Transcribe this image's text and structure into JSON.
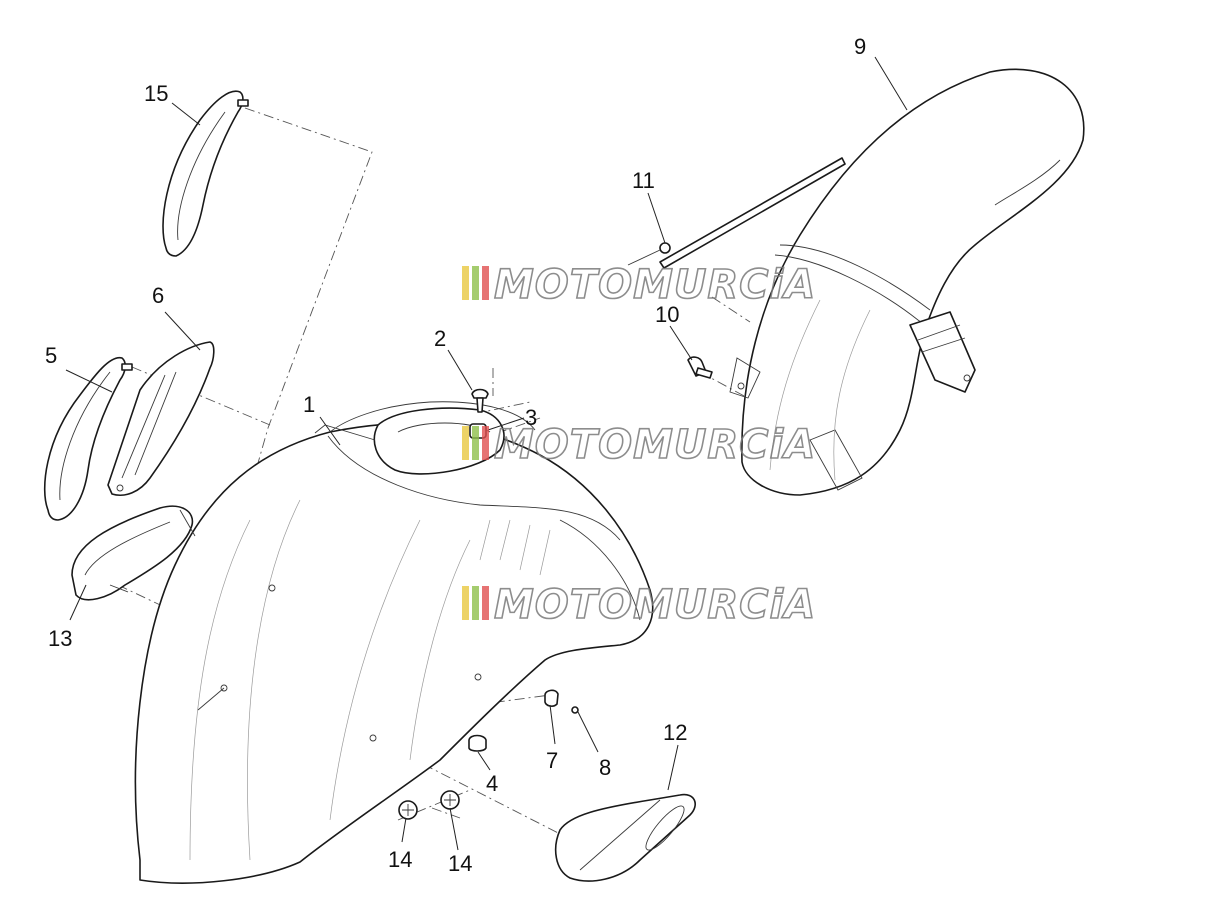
{
  "diagram": {
    "callouts": [
      "1",
      "2",
      "3",
      "4",
      "5",
      "6",
      "7",
      "8",
      "9",
      "10",
      "11",
      "12",
      "13",
      "14",
      "14",
      "15"
    ]
  },
  "watermark": {
    "text": "MOTOMURCiA",
    "stripe_colors": [
      "#e8c840",
      "#8fbf4a",
      "#e05050"
    ]
  }
}
